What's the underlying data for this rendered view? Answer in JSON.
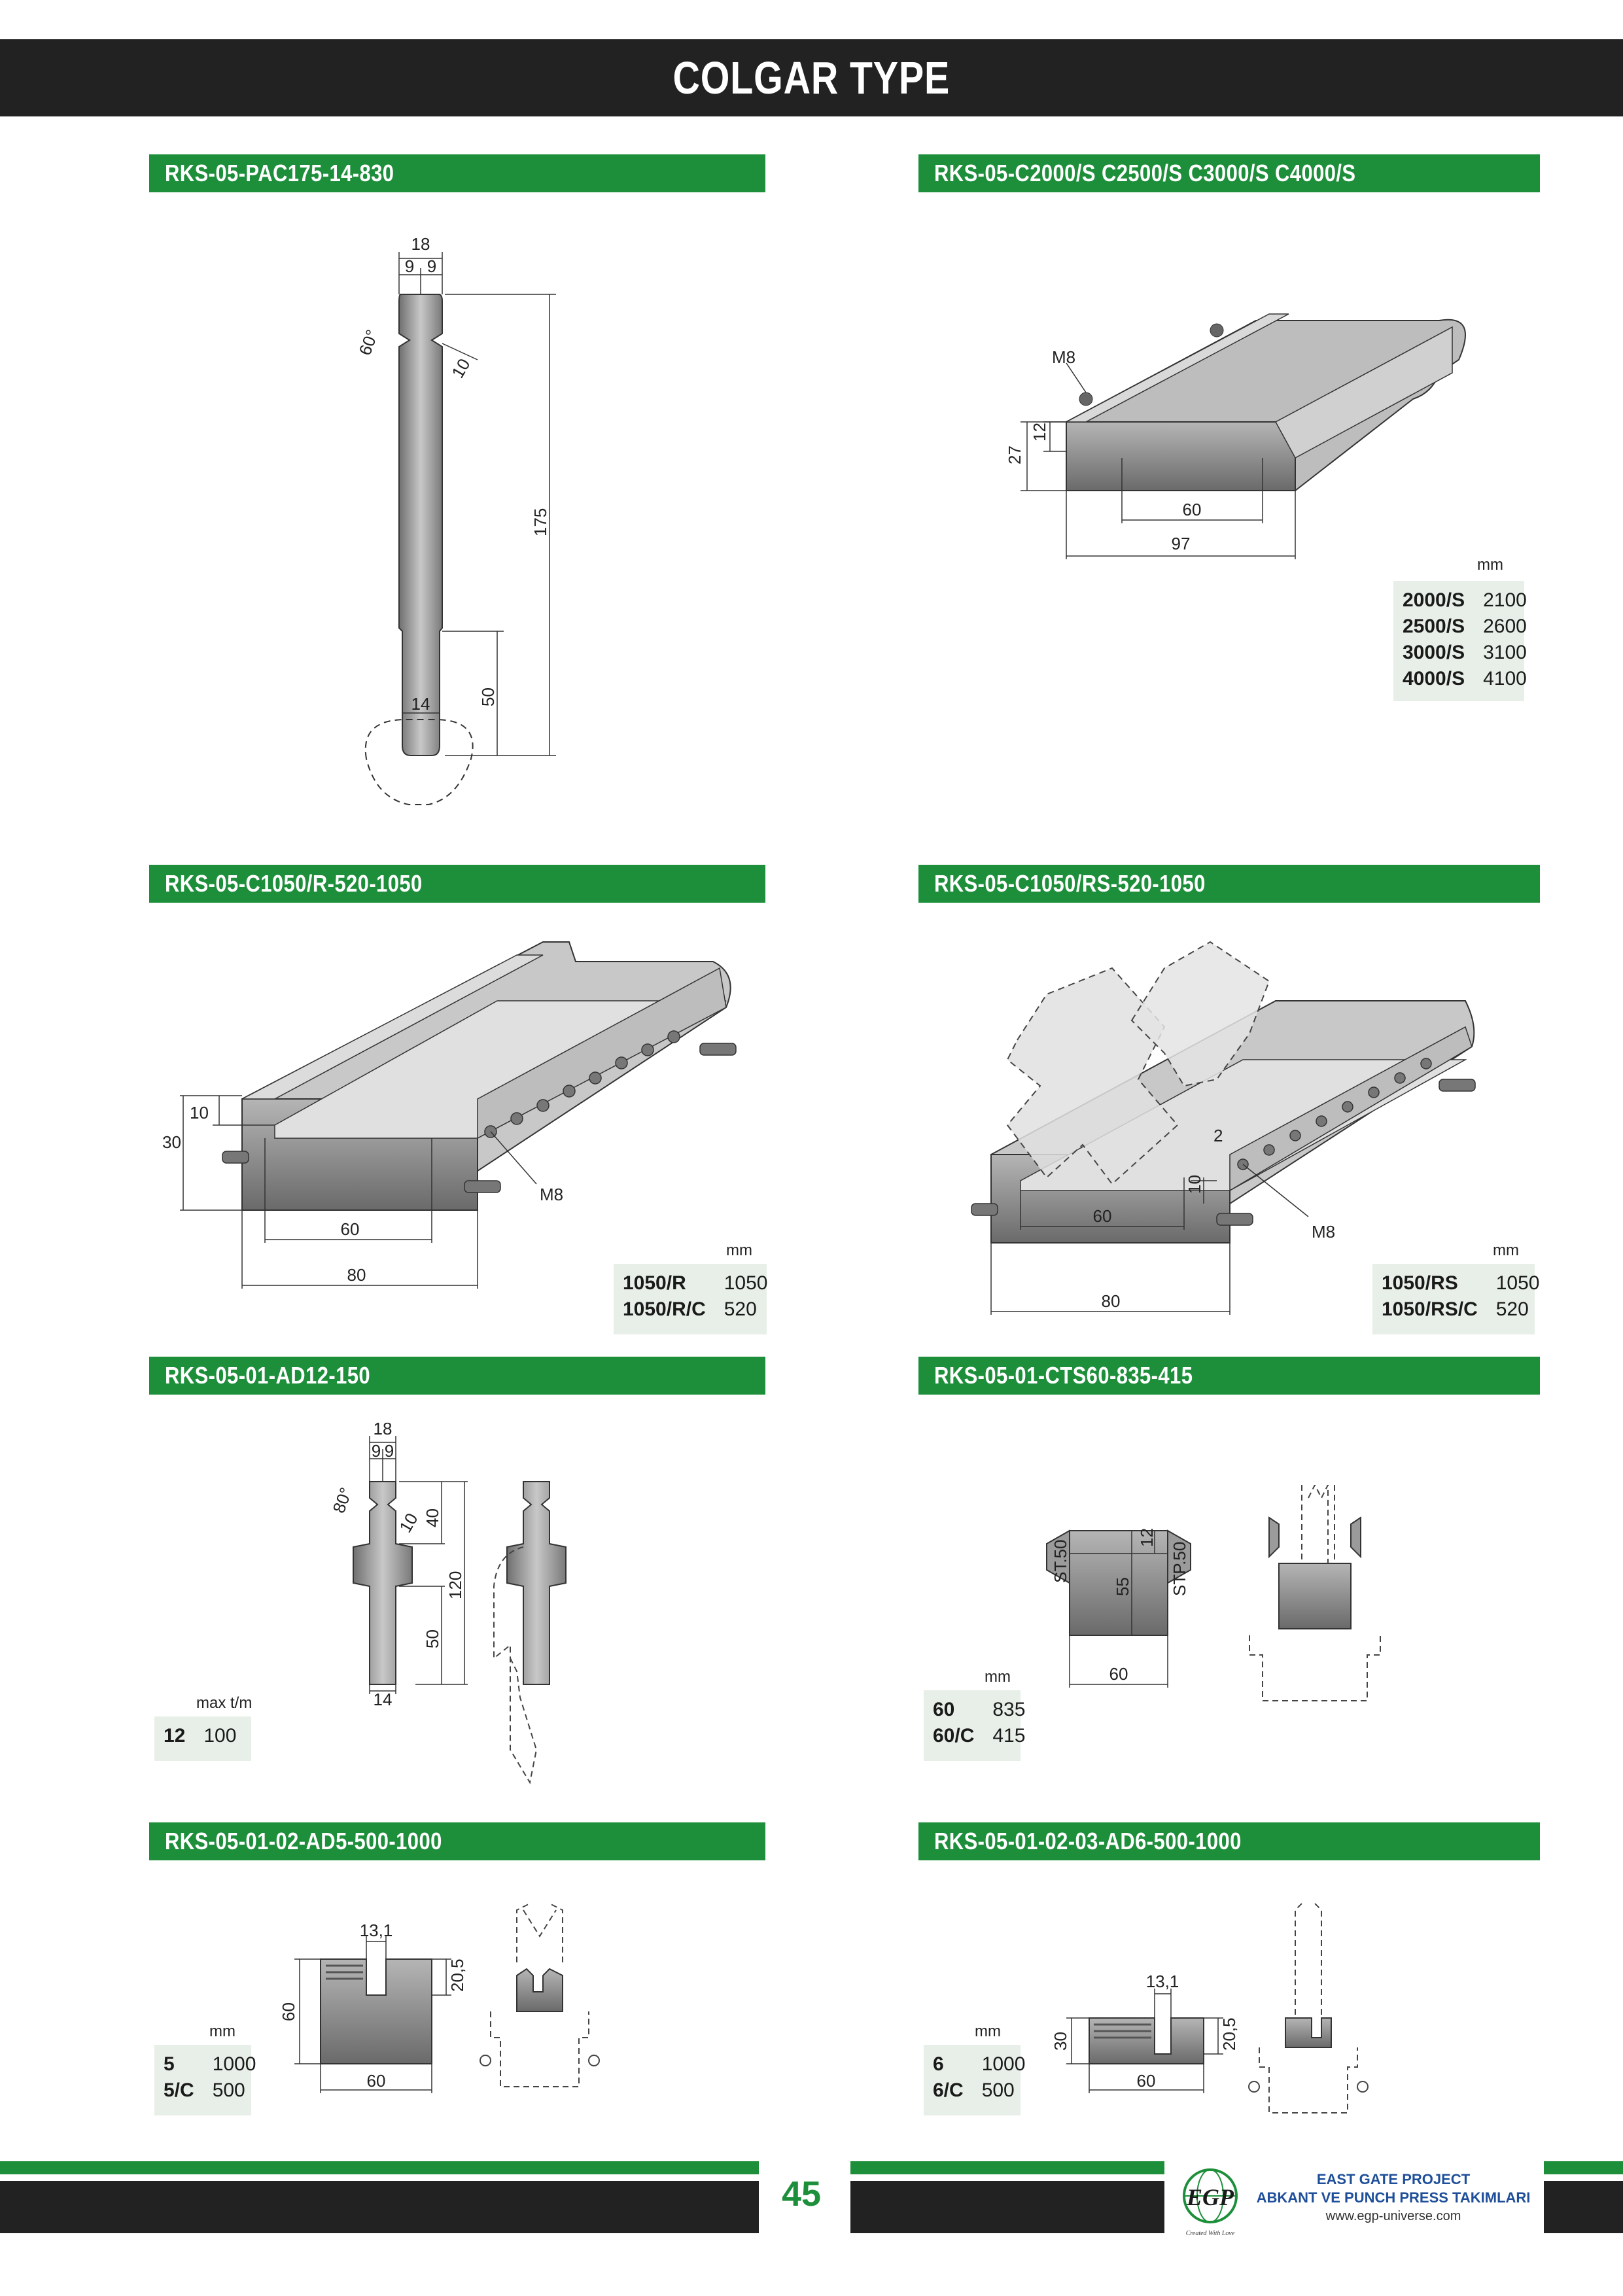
{
  "page_title": "COLGAR TYPE",
  "page_number": "45",
  "brand": {
    "logo_text": "EGP",
    "tagline": "Created With Love",
    "line1": "EAST GATE PROJECT",
    "line2": "ABKANT VE PUNCH PRESS TAKIMLARI",
    "line3": "www.egp-universe.com"
  },
  "sections": {
    "s1": {
      "title": "RKS-05-PAC175-14-830",
      "dims": {
        "w": "18",
        "h1": "9",
        "h2": "9",
        "angle": "60°",
        "notch": "10",
        "height": "175",
        "lower": "50",
        "tip": "14"
      }
    },
    "s2": {
      "title": "RKS-05-C2000/S  C2500/S  C3000/S  C4000/S",
      "dims": {
        "m8": "M8",
        "h27": "27",
        "h12": "12",
        "w60": "60",
        "w97": "97"
      },
      "unit": "mm",
      "rows": [
        {
          "k": "2000/S",
          "v": "2100"
        },
        {
          "k": "2500/S",
          "v": "2600"
        },
        {
          "k": "3000/S",
          "v": "3100"
        },
        {
          "k": "4000/S",
          "v": "4100"
        }
      ]
    },
    "s3": {
      "title": "RKS-05-C1050/R-520-1050",
      "dims": {
        "h10": "10",
        "h30": "30",
        "w60": "60",
        "w80": "80",
        "m8": "M8"
      },
      "unit": "mm",
      "rows": [
        {
          "k": "1050/R",
          "v": "1050"
        },
        {
          "k": "1050/R/C",
          "v": "520"
        }
      ]
    },
    "s4": {
      "title": "RKS-05-C1050/RS-520-1050",
      "dims": {
        "d2": "2",
        "h10": "10",
        "w60": "60",
        "w80": "80",
        "m8": "M8"
      },
      "unit": "mm",
      "rows": [
        {
          "k": "1050/RS",
          "v": "1050"
        },
        {
          "k": "1050/RS/C",
          "v": "520"
        }
      ]
    },
    "s5": {
      "title": "RKS-05-01-AD12-150",
      "dims": {
        "w18": "18",
        "h9a": "9",
        "h9b": "9",
        "angle": "80°",
        "notch": "10",
        "h40": "40",
        "h120": "120",
        "h50": "50",
        "tip": "14"
      },
      "unit": "max t/m",
      "rows": [
        {
          "k": "12",
          "v": "100"
        }
      ]
    },
    "s6": {
      "title": "RKS-05-01-CTS60-835-415",
      "dims": {
        "st": "ST.50",
        "stp": "STP.50",
        "h12": "12",
        "h55": "55",
        "w60": "60"
      },
      "unit": "mm",
      "rows": [
        {
          "k": "60",
          "v": "835"
        },
        {
          "k": "60/C",
          "v": "415"
        }
      ]
    },
    "s7": {
      "title": "RKS-05-01-02-AD5-500-1000",
      "dims": {
        "w13": "13,1",
        "h20": "20,5",
        "h60": "60",
        "w60": "60"
      },
      "unit": "mm",
      "rows": [
        {
          "k": "5",
          "v": "1000"
        },
        {
          "k": "5/C",
          "v": "500"
        }
      ]
    },
    "s8": {
      "title": "RKS-05-01-02-03-AD6-500-1000",
      "dims": {
        "w13": "13,1",
        "h20": "20,5",
        "h30": "30",
        "w60": "60"
      },
      "unit": "mm",
      "rows": [
        {
          "k": "6",
          "v": "1000"
        },
        {
          "k": "6/C",
          "v": "500"
        }
      ]
    }
  },
  "colors": {
    "header": "#222222",
    "accent": "#1d8f3a",
    "spec_bg": "#e8efe8",
    "steel": "#8f8f8f"
  }
}
